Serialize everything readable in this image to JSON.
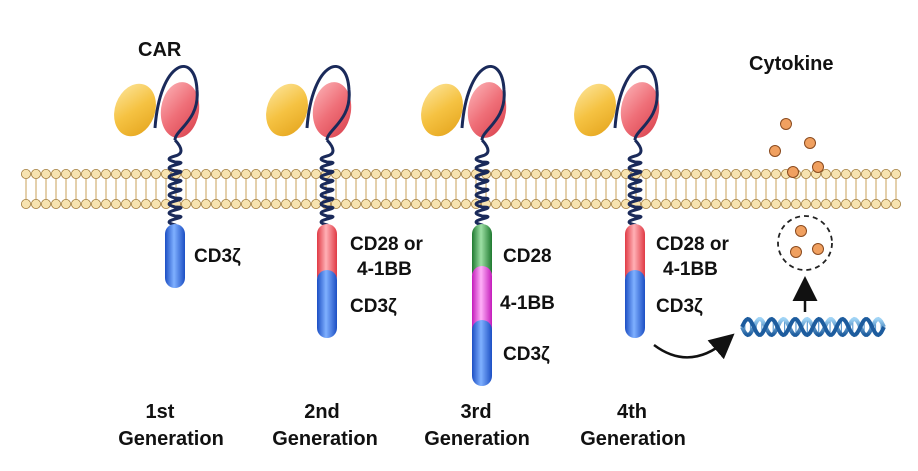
{
  "title": "CAR",
  "cytokine_label": "Cytokine",
  "colors": {
    "scfv_left": "#f5c242",
    "scfv_right": "#ef6f78",
    "cd3z": "#3b73e0",
    "cd28": "#ef5a63",
    "cd28_3rd": "#3aa24a",
    "bb41": "#e442d8",
    "cytokine": "#f0a060",
    "membrane_head": "#f7e3b0",
    "linker": "#1a2a5a"
  },
  "generations": [
    {
      "line1": "1st",
      "line2": "Generation",
      "domain_labels": [
        "CD3ζ"
      ]
    },
    {
      "line1": "2nd",
      "line2": "Generation",
      "domain_labels": [
        "CD28 or",
        "4-1BB",
        "CD3ζ"
      ]
    },
    {
      "line1": "3rd",
      "line2": "Generation",
      "domain_labels": [
        "CD28",
        "4-1BB",
        "CD3ζ"
      ]
    },
    {
      "line1": "4th",
      "line2": "Generation",
      "domain_labels": [
        "CD28 or",
        "4-1BB",
        "CD3ζ"
      ]
    }
  ]
}
